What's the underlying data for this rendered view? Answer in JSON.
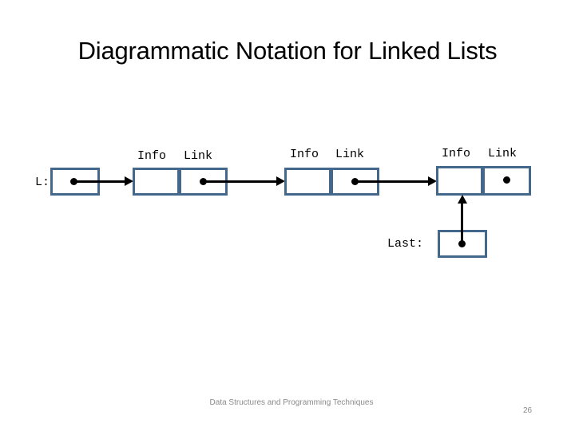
{
  "slide": {
    "title": "Diagrammatic Notation for Linked Lists",
    "page_number": "26",
    "footer": "Data Structures and Programming Techniques"
  },
  "colors": {
    "box_border": "#44688c",
    "arrow": "#000000",
    "text": "#000000",
    "footer_text": "#8a8a8a",
    "background": "#ffffff"
  },
  "diagram": {
    "head_pointer": {
      "label": "L:",
      "has_dot": true,
      "points_to": "node-1"
    },
    "tail_pointer": {
      "label": "Last:",
      "has_dot": true,
      "points_to": "node-3"
    },
    "cell_headers": {
      "info": "Info",
      "link": "Link"
    },
    "nodes": [
      {
        "id": "node-1",
        "info_header": "Info",
        "link_header": "Link",
        "info_value": "",
        "link_value": "",
        "link_has_dot": true,
        "link_target": "node-2"
      },
      {
        "id": "node-2",
        "info_header": "Info",
        "link_header": "Link",
        "info_value": "",
        "link_value": "",
        "link_has_dot": true,
        "link_target": "node-3"
      },
      {
        "id": "node-3",
        "info_header": "Info",
        "link_header": "Link",
        "info_value": "",
        "link_value": "",
        "link_has_dot": true,
        "link_target": null
      }
    ]
  }
}
